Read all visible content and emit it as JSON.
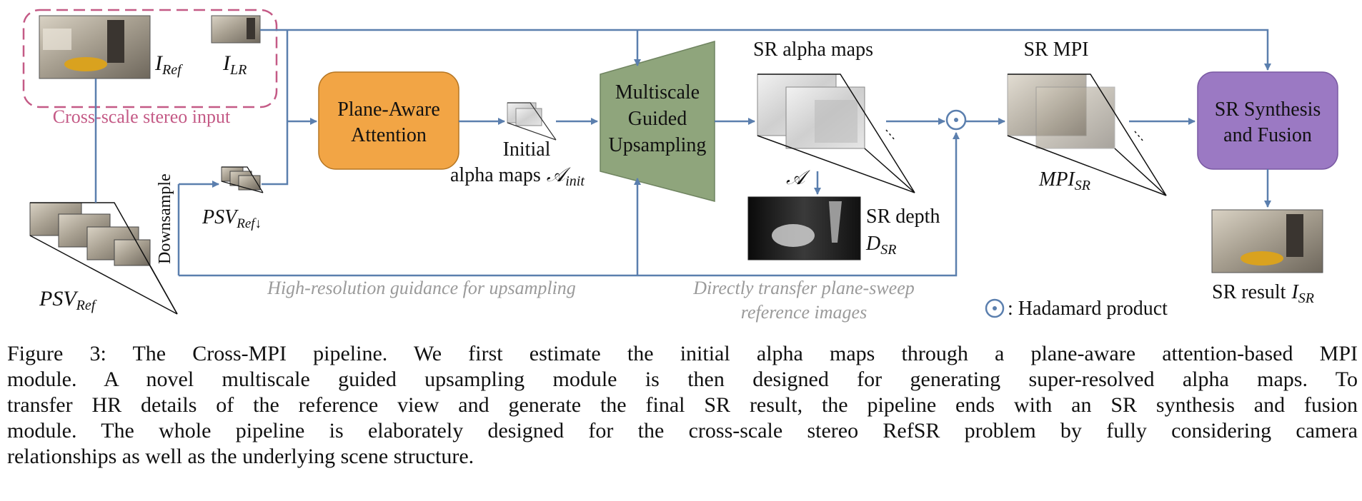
{
  "diagram": {
    "input_group_label": "Cross-scale stereo input",
    "i_ref": "I",
    "i_ref_sub": "Ref",
    "i_lr": "I",
    "i_lr_sub": "LR",
    "psv_ref": "PSV",
    "psv_ref_sub": "Ref",
    "psv_ref_down": "PSV",
    "psv_ref_down_sub": "Ref↓",
    "downsample_label": "Downsample",
    "plane_aware_line1": "Plane-Aware",
    "plane_aware_line2": "Attention",
    "initial_line1": "Initial",
    "initial_line2": "alpha maps",
    "a_init": "𝒜",
    "a_init_sub": "init",
    "multiscale_line1": "Multiscale",
    "multiscale_line2": "Guided",
    "multiscale_line3": "Upsampling",
    "sr_alpha_label": "SR alpha maps",
    "a_symbol": "𝒜",
    "sr_depth_line1": "SR depth",
    "sr_depth_sym": "D",
    "sr_depth_sub": "SR",
    "sr_mpi_label": "SR MPI",
    "mpi_sr": "MPI",
    "mpi_sr_sub": "SR",
    "synthesis_line1": "SR Synthesis",
    "synthesis_line2": "and Fusion",
    "sr_result_label": "SR result",
    "sr_result_sym": "I",
    "sr_result_sub": "SR",
    "hr_guidance": "High-resolution guidance for upsampling",
    "transfer_line1": "Directly transfer plane-sweep",
    "transfer_line2": "reference images",
    "hadamard_symbol": "⊙",
    "hadamard_label": ": Hadamard product"
  },
  "caption": {
    "line1": "Figure 3:  The Cross-MPI pipeline.  We first estimate the initial alpha maps through a plane-aware attention-based MPI",
    "line2": "module.  A novel multiscale guided upsampling module is then designed for generating super-resolved alpha maps.  To",
    "line3": "transfer HR details of the reference view and generate the final SR result, the pipeline ends with an SR synthesis and fusion",
    "line4": "module. The whole pipeline is elaborately designed for the cross-scale stereo RefSR problem by fully considering camera",
    "line5": "relationships as well as the underlying scene structure."
  },
  "colors": {
    "arrow": "#5b7fae",
    "plane_aware_fill": "#f2a545",
    "upsampling_fill": "#8fa57c",
    "synthesis_fill": "#9b79c3",
    "input_box": "#c45a86",
    "gray_text": "#9a9a9a"
  }
}
